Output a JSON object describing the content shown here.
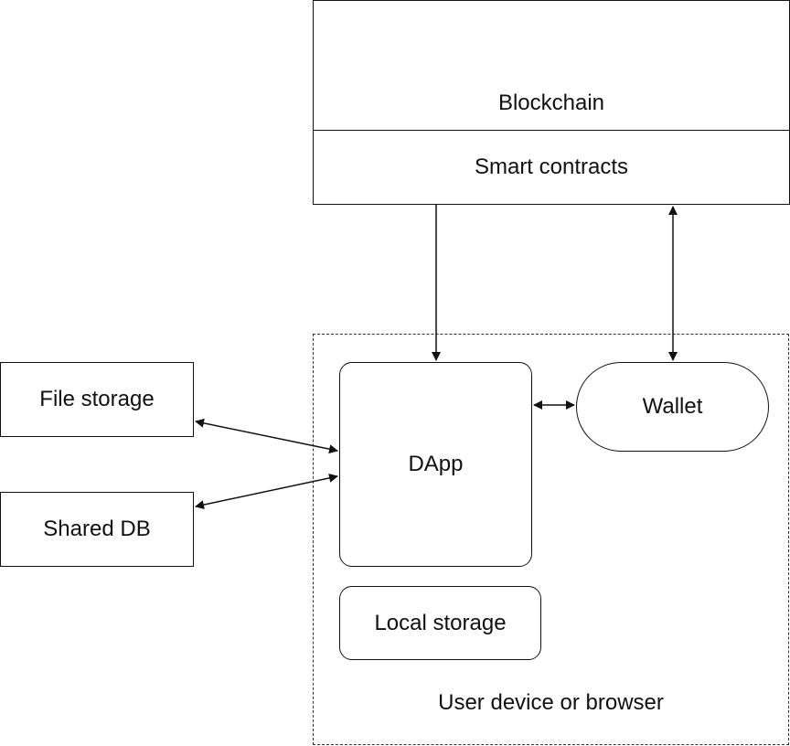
{
  "nodes": {
    "blockchain": "Blockchain",
    "smart_contracts": "Smart contracts",
    "file_storage": "File storage",
    "shared_db": "Shared DB",
    "dapp": "DApp",
    "wallet": "Wallet",
    "local_storage": "Local storage"
  },
  "regions": {
    "user_device": "User device or browser"
  },
  "edges": [
    {
      "from": "smart_contracts",
      "to": "dapp",
      "direction": "one-way"
    },
    {
      "from": "smart_contracts",
      "to": "wallet",
      "direction": "two-way"
    },
    {
      "from": "dapp",
      "to": "wallet",
      "direction": "two-way"
    },
    {
      "from": "file_storage",
      "to": "dapp",
      "direction": "two-way"
    },
    {
      "from": "shared_db",
      "to": "dapp",
      "direction": "two-way"
    }
  ],
  "colors": {
    "stroke": "#111111",
    "background": "#ffffff"
  }
}
